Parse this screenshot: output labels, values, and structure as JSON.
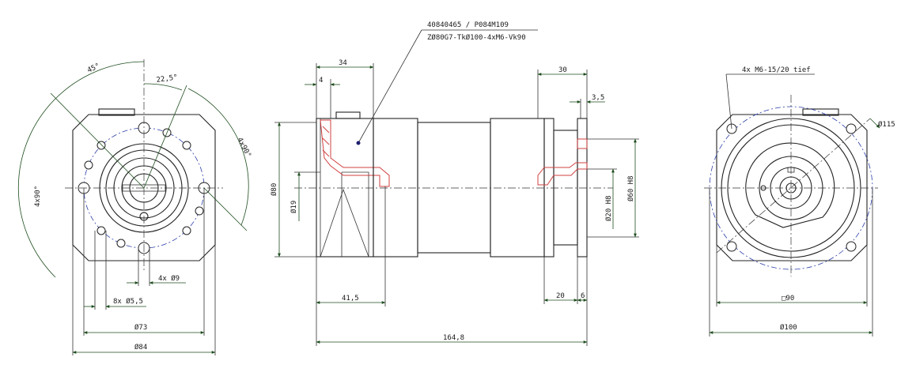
{
  "part": {
    "number_line": "40840465 / P084M109",
    "spec_line": "ZØ80G7-TkØ100-4xM6-Vk90"
  },
  "front_view": {
    "angle_45": "45°",
    "angle_22_5": "22,5°",
    "pattern_4x90_left": "4x90°",
    "pattern_4x90_right": "4x90°",
    "holes_4x_d9": "4x Ø9",
    "holes_8x_d5_5": "8x Ø5,5",
    "pcd_73": "Ø73",
    "diameter_84": "Ø84"
  },
  "side_view": {
    "length_34": "34",
    "length_4": "4",
    "diameter_80": "Ø80",
    "diameter_19": "Ø19",
    "length_41_5": "41,5",
    "length_164_8": "164,8",
    "length_30": "30",
    "length_3_5": "3,5",
    "length_20": "20",
    "length_6": "6",
    "diameter_20_h8": "Ø20 H8",
    "diameter_60_h8": "Ø60 H8"
  },
  "rear_view": {
    "tapped_holes": "4x M6-15/20 tief",
    "diameter_115": "Ø115",
    "square_90": "□90",
    "diameter_100": "Ø100"
  }
}
